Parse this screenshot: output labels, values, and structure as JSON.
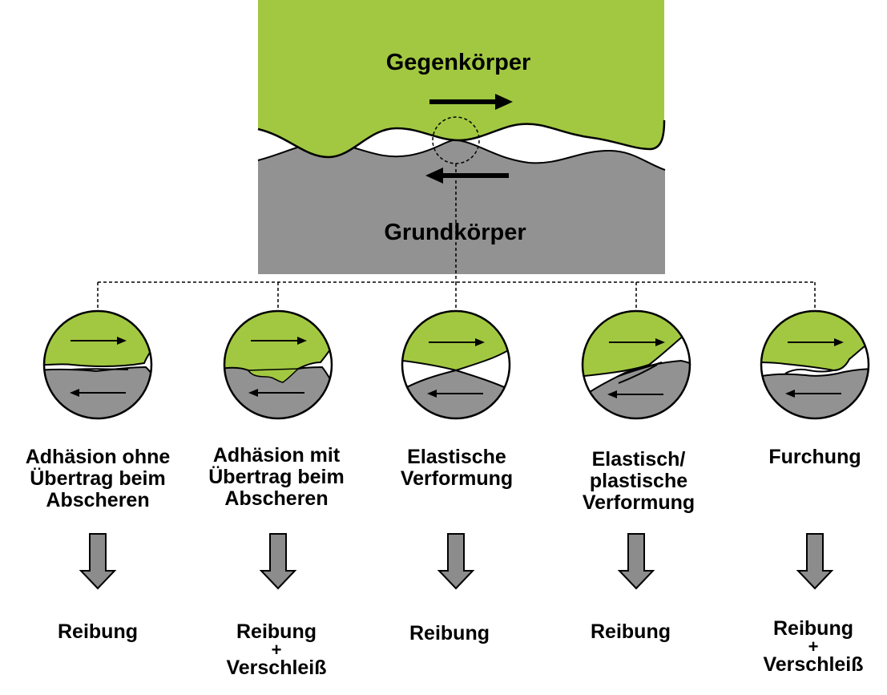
{
  "colors": {
    "counter_body": "#a2c841",
    "base_body": "#929292",
    "arrow_fill": "#8c8c8c",
    "outline": "#000000"
  },
  "top": {
    "upper_label": "Gegenkörper",
    "lower_label": "Grundkörper"
  },
  "mechanisms": [
    {
      "caption": [
        "Adhäsion ohne",
        "Übertrag beim",
        "Abscheren"
      ],
      "result": [
        "Reibung"
      ]
    },
    {
      "caption": [
        "Adhäsion mit",
        "Übertrag beim",
        "Abscheren"
      ],
      "result": [
        "Reibung",
        "+",
        "Verschleiß"
      ]
    },
    {
      "caption": [
        "Elastische",
        "Verformung"
      ],
      "result": [
        "Reibung"
      ]
    },
    {
      "caption": [
        "Elastisch/",
        "plastische",
        "Verformung"
      ],
      "result": [
        "Reibung"
      ]
    },
    {
      "caption": [
        "Furchung"
      ],
      "result": [
        "Reibung",
        "+",
        "Verschleiß"
      ]
    }
  ]
}
